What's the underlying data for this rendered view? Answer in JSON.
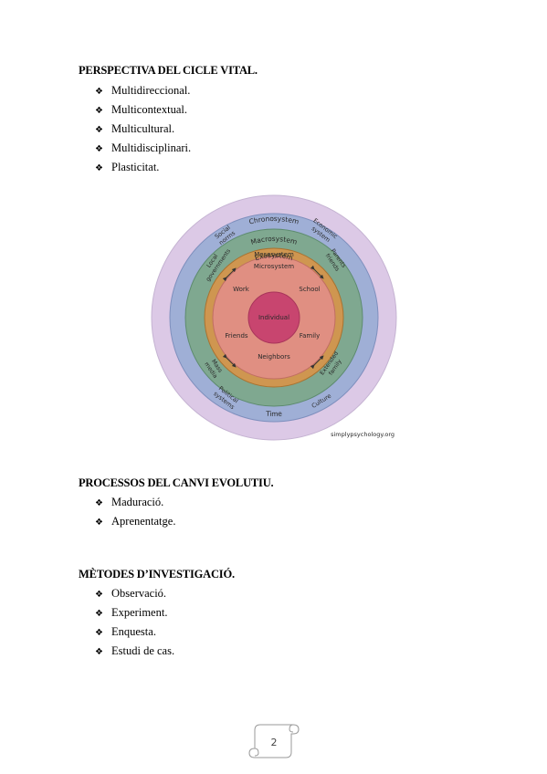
{
  "sections": [
    {
      "heading": "PERSPECTIVA DEL CICLE VITAL.",
      "items": [
        "Multidireccional.",
        "Multicontextual.",
        "Multicultural.",
        "Multidisciplinari.",
        "Plasticitat."
      ]
    },
    {
      "heading": "PROCESSOS DEL CANVI EVOLUTIU.",
      "items": [
        "Maduració.",
        "Aprenentatge."
      ]
    },
    {
      "heading": "MÈTODES D’INVESTIGACIÓ.",
      "items": [
        "Observació.",
        "Experiment.",
        "Enquesta.",
        "Estudi de cas."
      ]
    }
  ],
  "bullet_glyph": "❖",
  "diagram": {
    "rings": {
      "chronosystem": "Chronosystem",
      "macrosystem": "Macrosystem",
      "exosystem": "Exosystem",
      "mesosystem": "Mesosystem",
      "microsystem": "Microsystem",
      "individual": "Individual"
    },
    "micro_labels": {
      "work": "Work",
      "school": "School",
      "friends": "Friends",
      "family": "Family",
      "neighbors": "Neighbors"
    },
    "macro_labels": {
      "social_norms": [
        "Social",
        "norms"
      ],
      "economic_system": [
        "Economic",
        "system"
      ],
      "political_systems": [
        "Political",
        "systems"
      ],
      "culture": "Culture"
    },
    "exo_labels": {
      "local_governments": [
        "Local",
        "governments"
      ],
      "parents_friends": [
        "Parents",
        "friends"
      ],
      "mass_media": [
        "Mass",
        "media"
      ],
      "extended_family": [
        "Extended",
        "family"
      ]
    },
    "time": "Time",
    "credit": "simplypsychology.org",
    "colors": {
      "chrono": "#dcc9e6",
      "macro": "#9fafd6",
      "exo": "#7fa890",
      "meso": "#cf9650",
      "micro": "#e08f82",
      "individual": "#c8456f"
    }
  },
  "page_number": "2"
}
